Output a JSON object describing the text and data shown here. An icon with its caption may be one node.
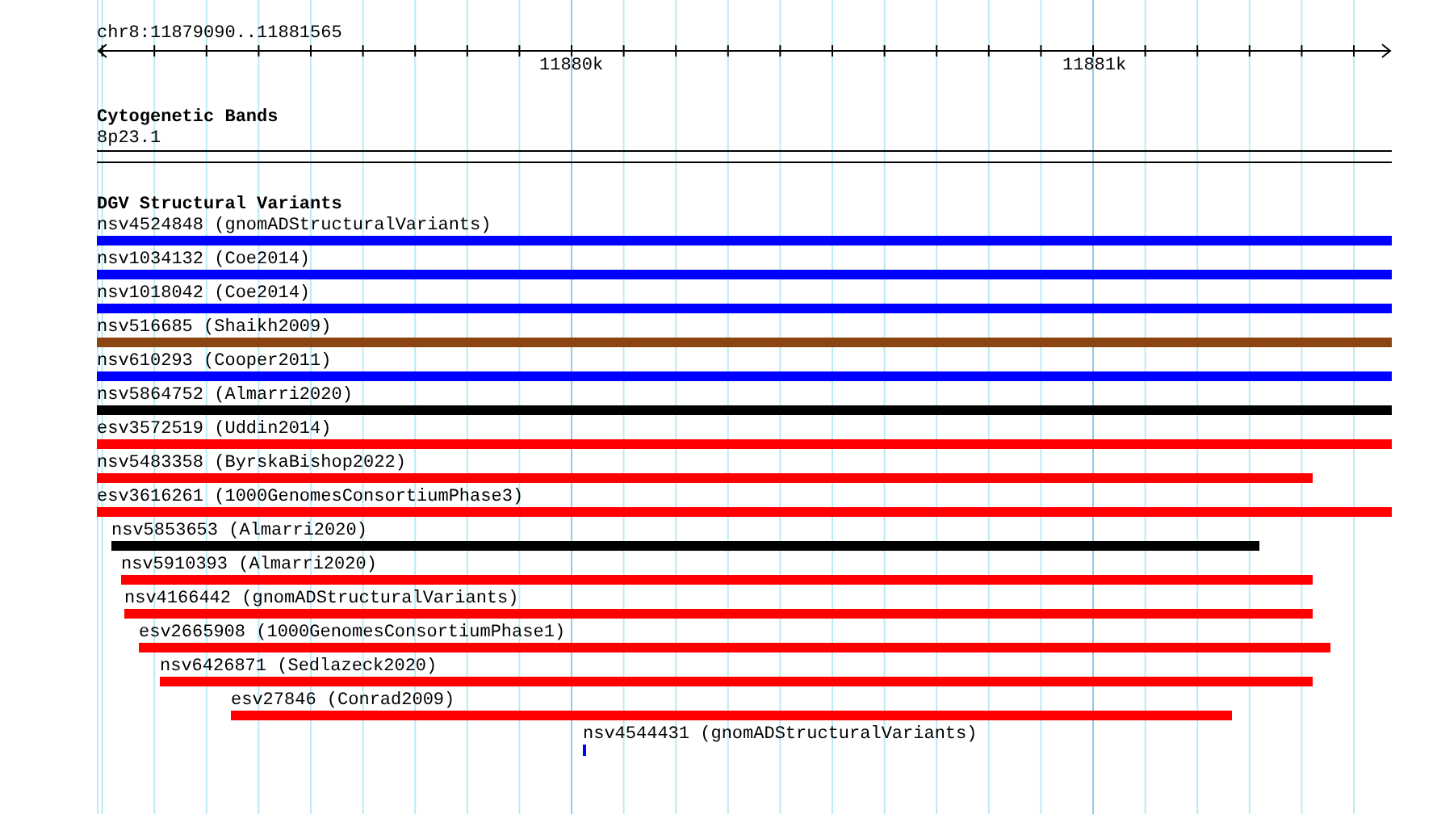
{
  "diagram": {
    "nodes": [
      {
        "text": [
          "nsv4524848 (gnomADStructuralVariants)"
        ]
      },
      {
        "text": [
          "nsv1034132 (Coe2014)"
        ]
      },
      {
        "text": [
          "nsv1018042 (Coe2014)"
        ]
      },
      {
        "text": [
          "nsv516685 (Shaikh2009)"
        ]
      },
      {
        "text": [
          "nsv610293 (Cooper2011)"
        ]
      },
      {
        "text": [
          "nsv5864752 (Almarri2020)"
        ]
      },
      {
        "text": [
          "esv3572519 (Uddin2014)"
        ]
      },
      {
        "text": [
          "nsv5483358 (ByrskaBishop2022)"
        ]
      },
      {
        "text": [
          "esv3616261 (1000GenomesConsortiumPhase3)"
        ]
      },
      {
        "text": [
          "nsv5853653 (Almarri2020)"
        ]
      },
      {
        "text": [
          "nsv5910393 (Almarri2020)"
        ]
      },
      {
        "text": [
          "nsv4166442 (gnomADStructuralVariants)"
        ]
      },
      {
        "text": [
          "esv2665908 (1000GenomesConsortiumPhase1)"
        ]
      },
      {
        "text": [
          "nsv6426871 (Sedlazeck2020)"
        ]
      },
      {
        "text": [
          "esv27846 (Conrad2009)"
        ]
      },
      {
        "text": [
          "nsv4544431 (gnomADStructuralVariants)"
        ]
      }
    ],
    "labels": [
      "chr8:11879090..11881565",
      "11880k",
      "11881k",
      "Cytogenetic Bands",
      "8p23.1",
      "DGV Structural Variants"
    ]
  }
}
